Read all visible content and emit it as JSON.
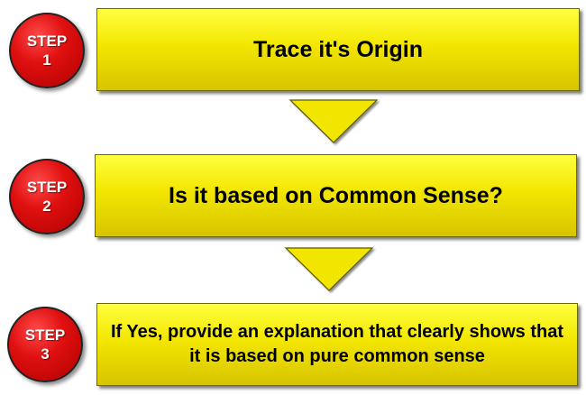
{
  "steps": [
    {
      "label": "STEP",
      "number": "1",
      "text": "Trace it's Origin"
    },
    {
      "label": "STEP",
      "number": "2",
      "text": "Is it based on Common Sense?"
    },
    {
      "label": "STEP",
      "number": "3",
      "text": "If Yes, provide an explanation that clearly shows that it is based on pure common sense"
    }
  ],
  "colors": {
    "circle": "#e01010",
    "box": "#f2e600",
    "arrow": "#f2e600"
  }
}
